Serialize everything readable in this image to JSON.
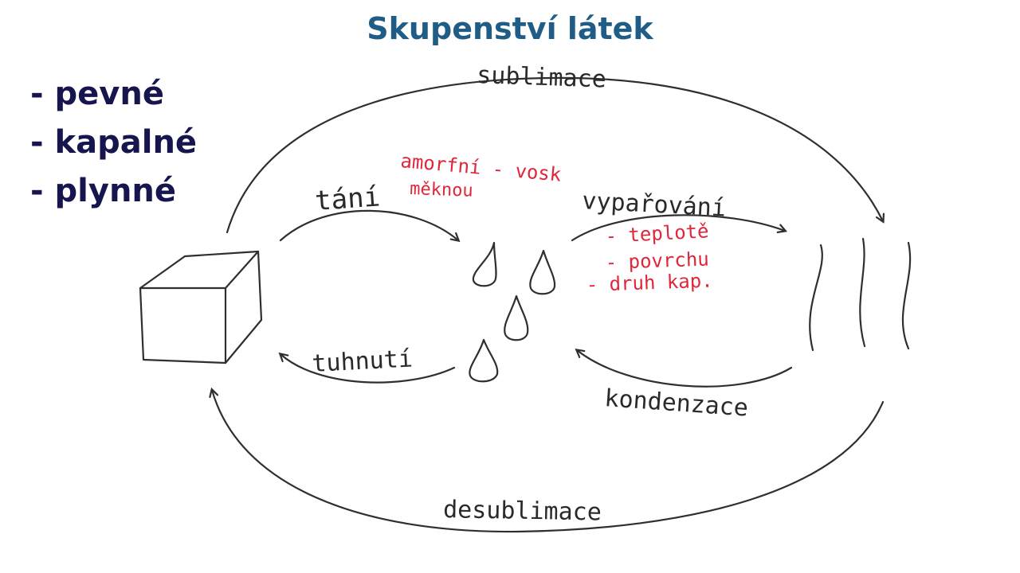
{
  "title": "Skupenství látek",
  "states": [
    "- pevné",
    "- kapalné",
    "- plynné"
  ],
  "processes": {
    "sublimace": "sublimace",
    "tani": "tání",
    "vyparovani": "vypařování",
    "tuhnuti": "tuhnutí",
    "kondenzace": "kondenzace",
    "desublimace": "desublimace"
  },
  "notes": {
    "amorfni": "amorfní - vosk",
    "mekknou": "měknou",
    "teplote": "- teplotě",
    "povrchu": "- povrchu",
    "druh": "- druh kap."
  },
  "colors": {
    "title": "#1f5d87",
    "states_text": "#17154d",
    "ink": "#2f2f2f",
    "annotation": "#e0263a"
  },
  "icons": {
    "solid": "cube-icon",
    "liquid": "droplets-icon",
    "gas": "wavy-lines-icon"
  }
}
